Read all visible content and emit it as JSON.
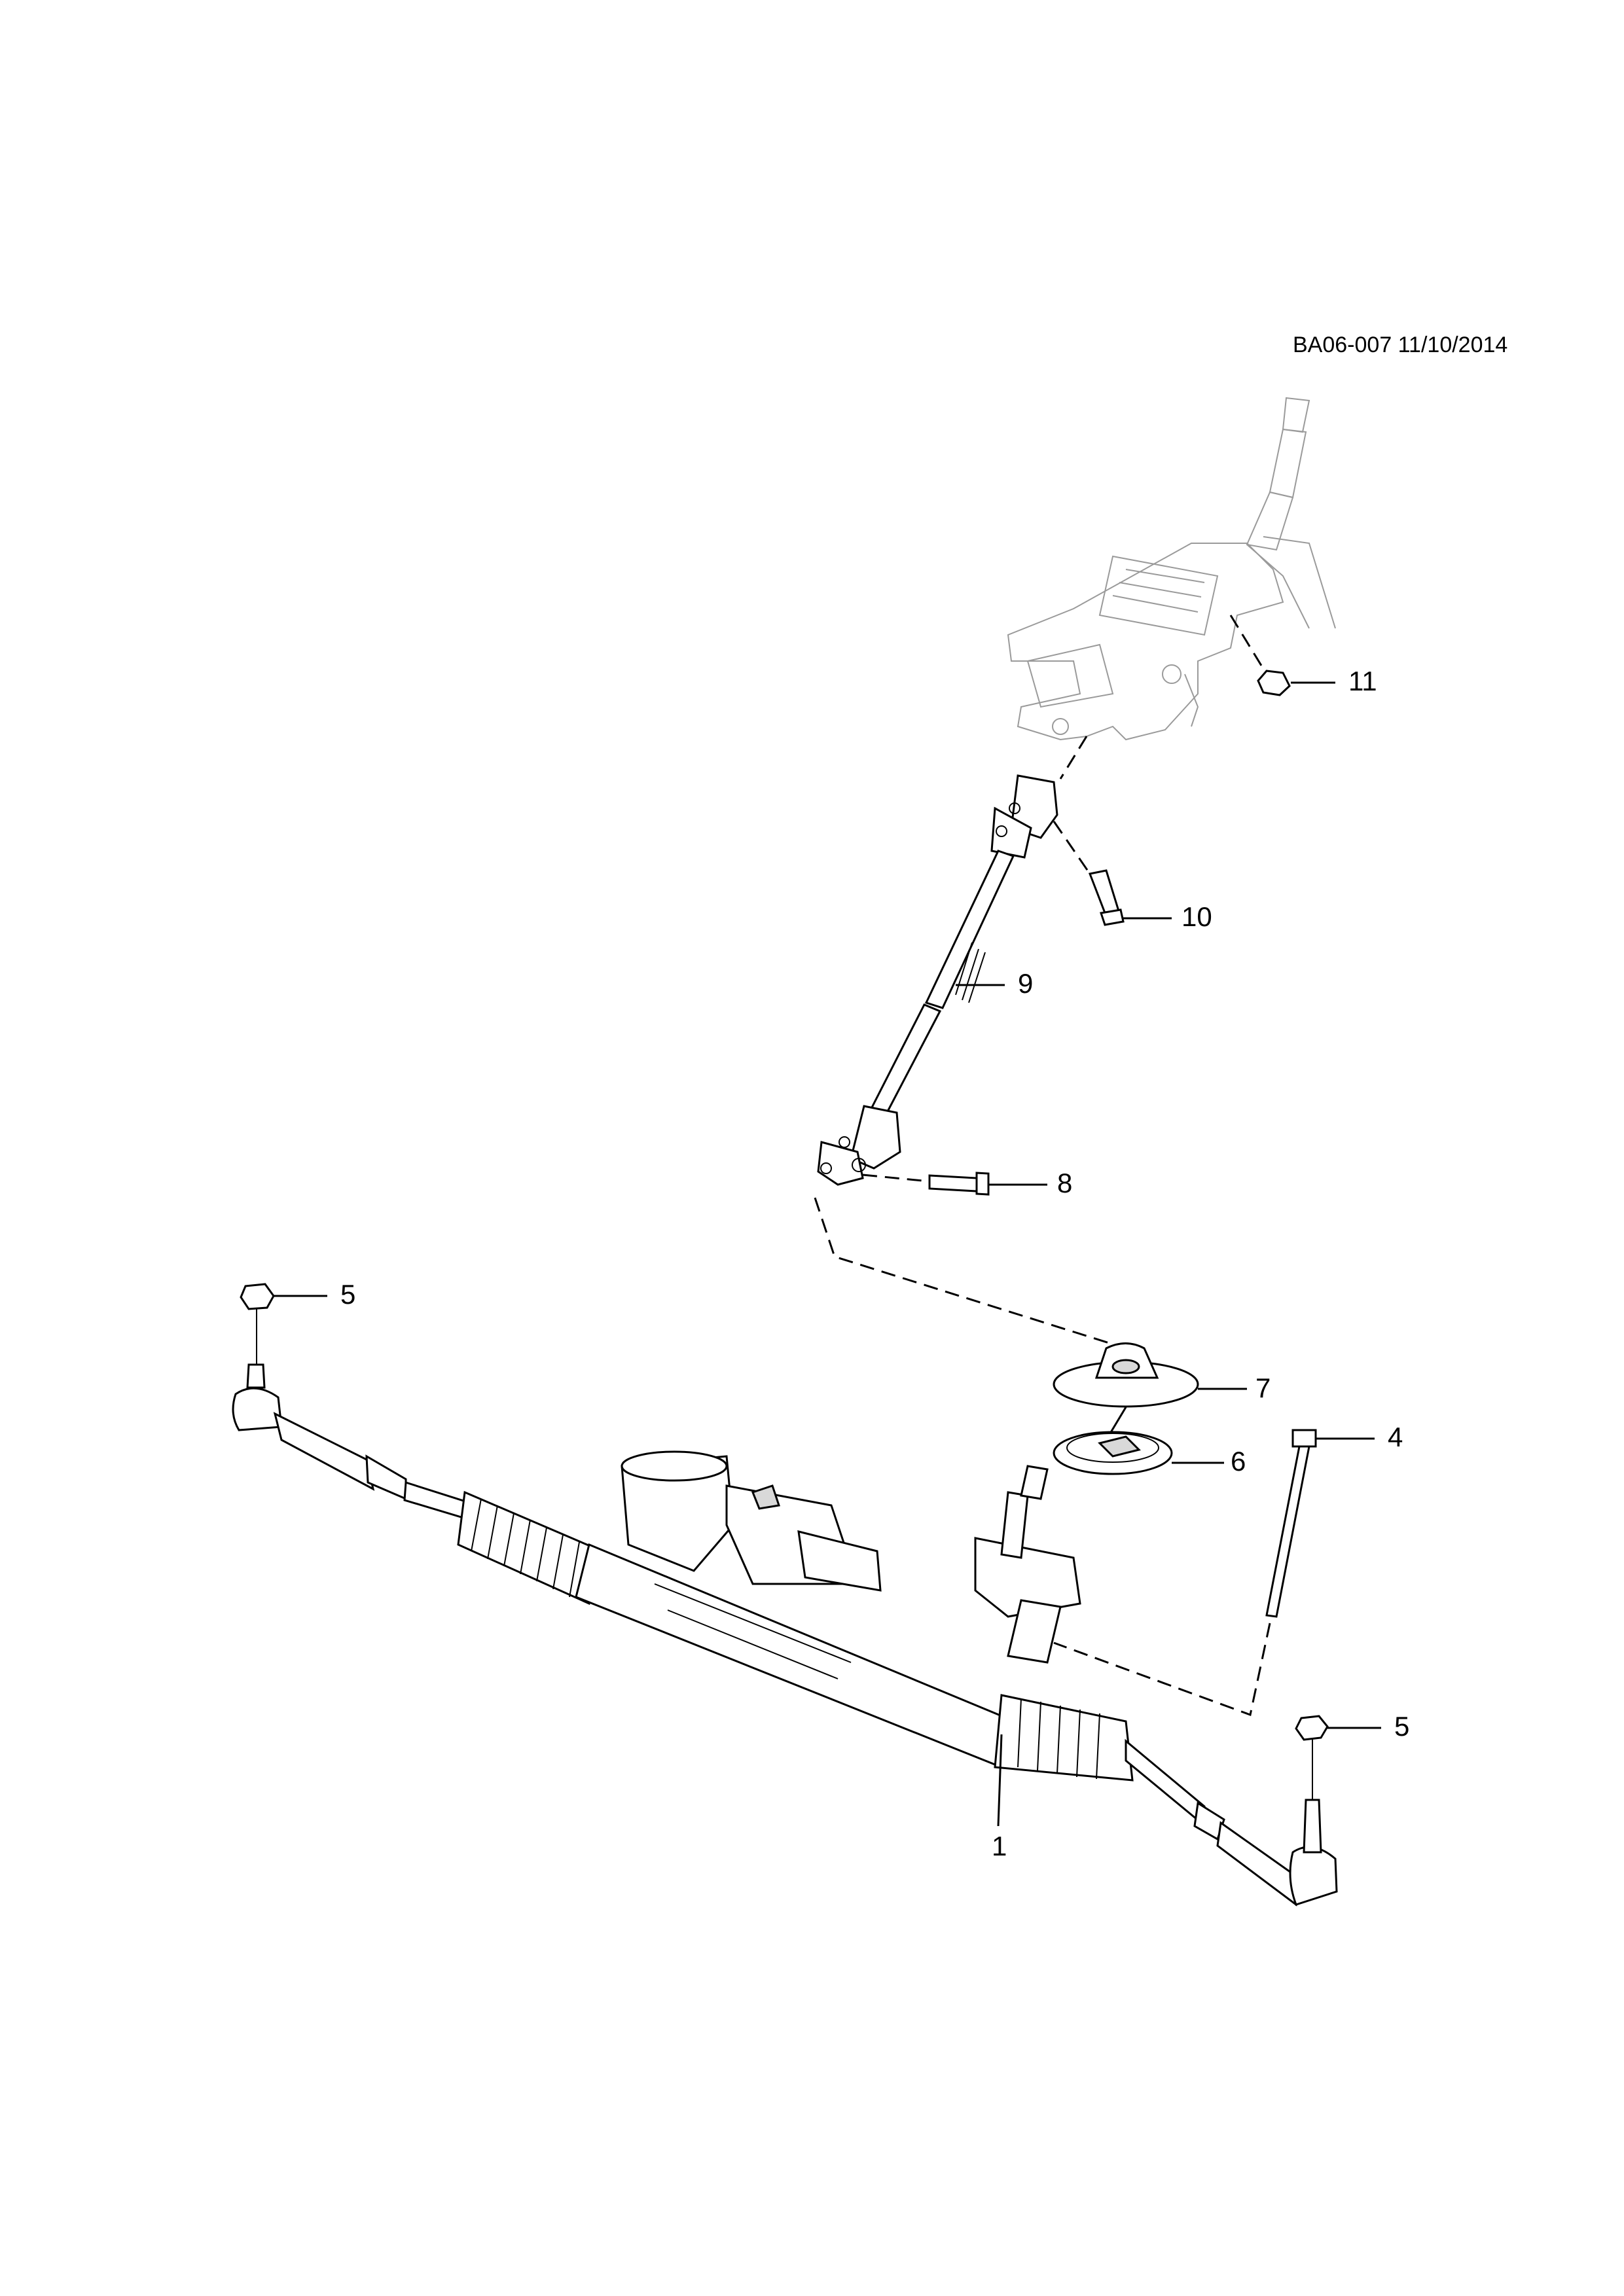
{
  "document_ref": "BA06-007 11/10/2014",
  "callouts": [
    {
      "id": "11",
      "label": "11"
    },
    {
      "id": "10",
      "label": "10"
    },
    {
      "id": "9",
      "label": "9"
    },
    {
      "id": "8",
      "label": "8"
    },
    {
      "id": "7",
      "label": "7"
    },
    {
      "id": "6",
      "label": "6"
    },
    {
      "id": "5a",
      "label": "5"
    },
    {
      "id": "4",
      "label": "4"
    },
    {
      "id": "5b",
      "label": "5"
    },
    {
      "id": "1",
      "label": "1"
    }
  ]
}
